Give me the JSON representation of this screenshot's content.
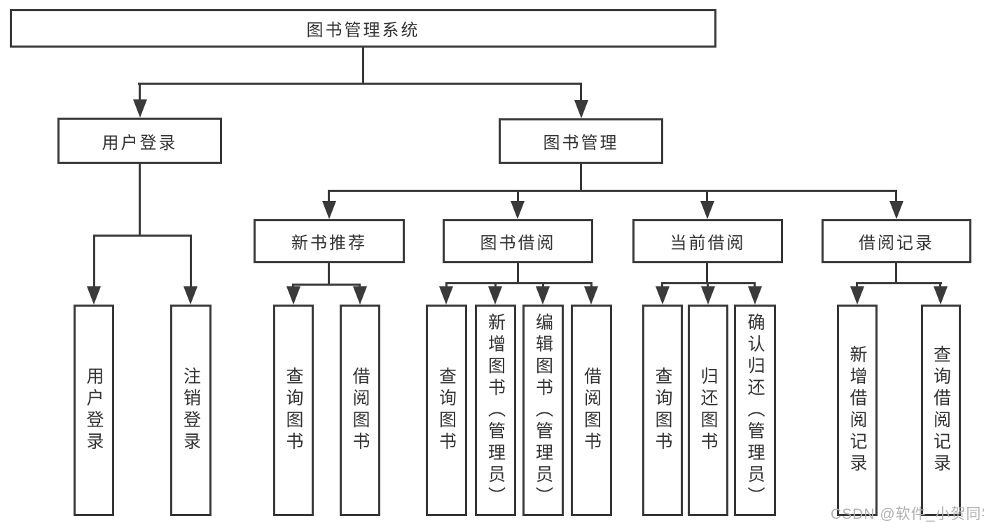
{
  "tree": {
    "root": {
      "label": "图书管理系统"
    },
    "branches": [
      {
        "label": "用户登录",
        "leaves": [
          "用户登录",
          "注销登录"
        ]
      },
      {
        "label": "图书管理",
        "sections": [
          {
            "label": "新书推荐",
            "leaves": [
              "查询图书",
              "借阅图书"
            ]
          },
          {
            "label": "图书借阅",
            "leaves": [
              "查询图书",
              "新增图书（管理员）",
              "编辑图书（管理员）",
              "借阅图书"
            ]
          },
          {
            "label": "当前借阅",
            "leaves": [
              "查询图书",
              "归还图书",
              "确认归还（管理员）"
            ]
          },
          {
            "label": "借阅记录",
            "leaves": [
              "新增借阅记录",
              "查询借阅记录"
            ]
          }
        ]
      }
    ]
  },
  "watermark": {
    "text": "CSDN @软件_小贺同学"
  },
  "colors": {
    "line": "#3a3a3a",
    "text": "#333333",
    "background": "#ffffff",
    "box_fill": "#ffffff",
    "watermark": "#b1b1b1"
  }
}
